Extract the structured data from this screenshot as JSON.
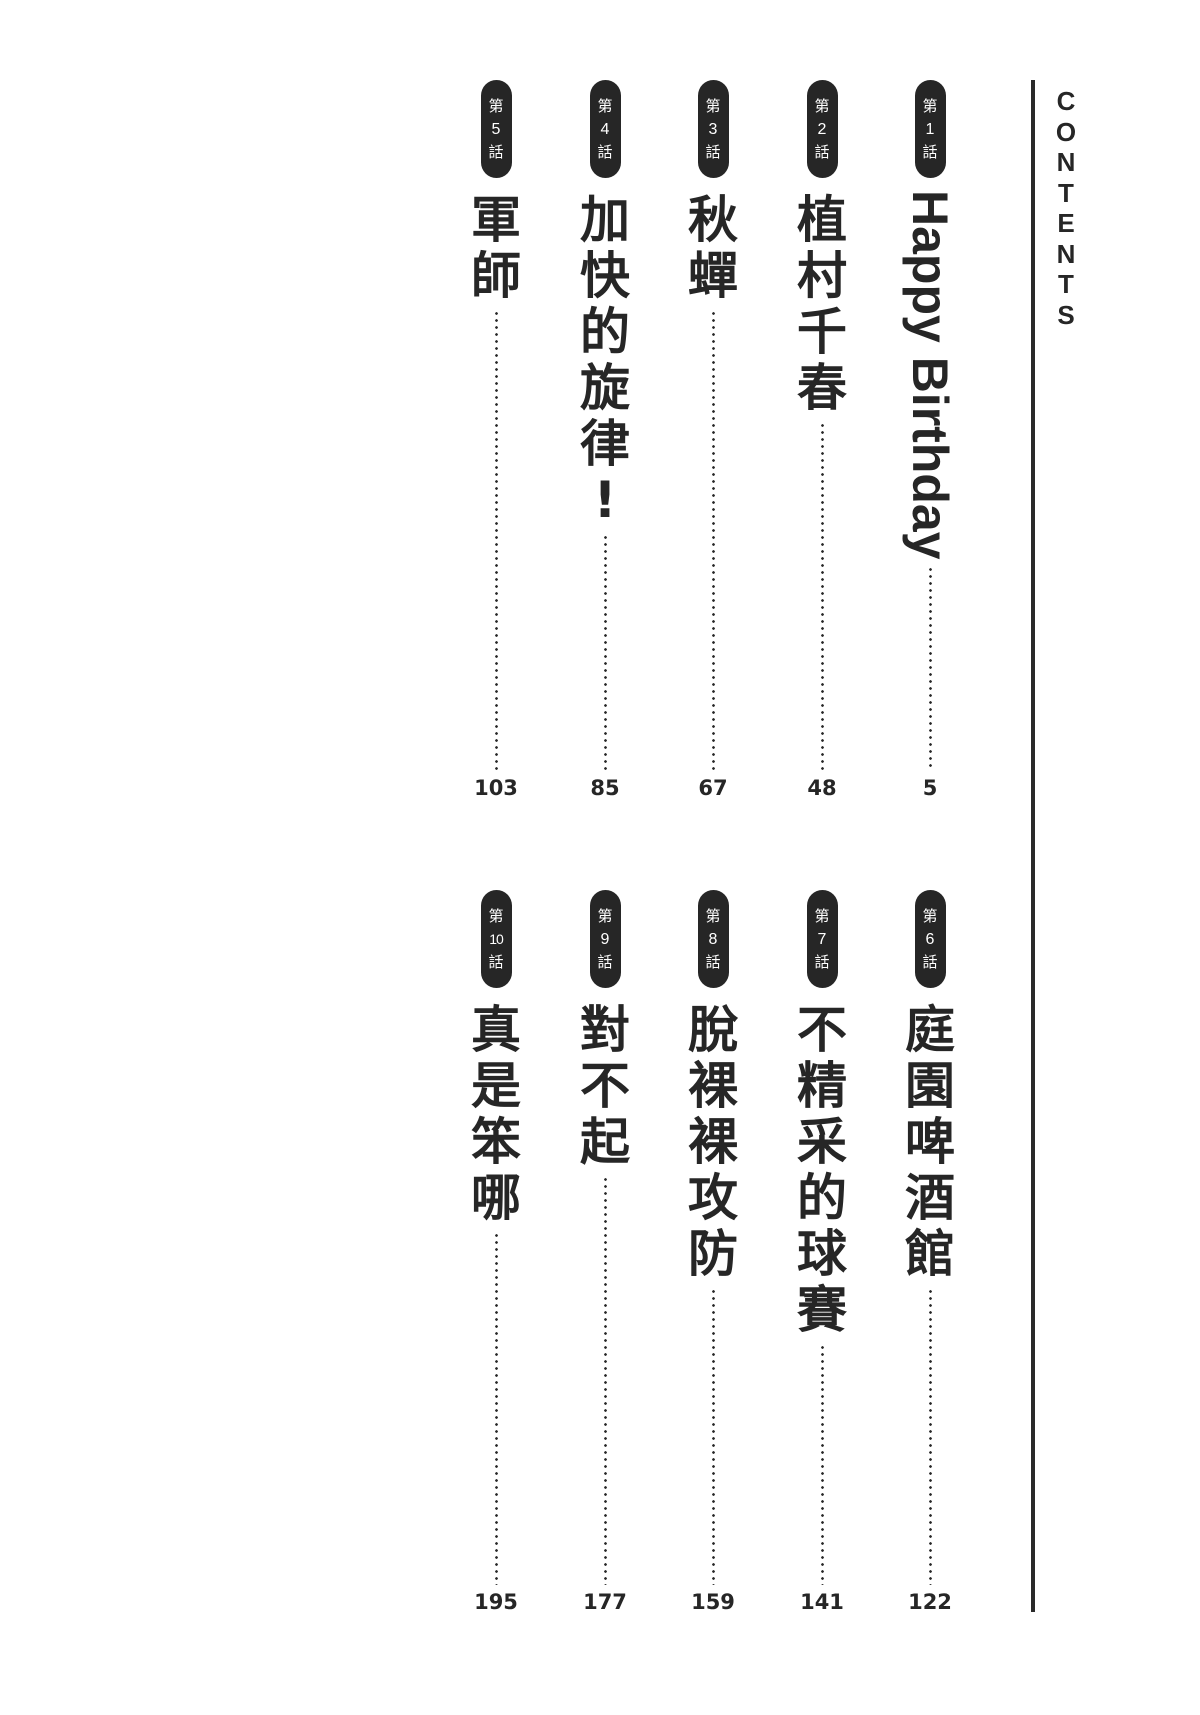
{
  "header": {
    "label": "CONTENTS"
  },
  "sections": [
    {
      "chapters": [
        {
          "prefix": "第",
          "number": "1",
          "suffix": "話",
          "title": "Happy Birthday",
          "latin": true,
          "page": "5"
        },
        {
          "prefix": "第",
          "number": "2",
          "suffix": "話",
          "title": "植村千春",
          "latin": false,
          "page": "48"
        },
        {
          "prefix": "第",
          "number": "3",
          "suffix": "話",
          "title": "秋蟬",
          "latin": false,
          "page": "67"
        },
        {
          "prefix": "第",
          "number": "4",
          "suffix": "話",
          "title": "加快的旋律！",
          "latin": false,
          "page": "85"
        },
        {
          "prefix": "第",
          "number": "5",
          "suffix": "話",
          "title": "軍師",
          "latin": false,
          "page": "103"
        }
      ]
    },
    {
      "chapters": [
        {
          "prefix": "第",
          "number": "6",
          "suffix": "話",
          "title": "庭園啤酒館",
          "latin": false,
          "page": "122"
        },
        {
          "prefix": "第",
          "number": "7",
          "suffix": "話",
          "title": "不精采的球賽",
          "latin": false,
          "page": "141"
        },
        {
          "prefix": "第",
          "number": "8",
          "suffix": "話",
          "title": "脫裸裸攻防",
          "latin": false,
          "page": "159"
        },
        {
          "prefix": "第",
          "number": "9",
          "suffix": "話",
          "title": "對不起",
          "latin": false,
          "page": "177"
        },
        {
          "prefix": "第",
          "number": "10",
          "suffix": "話",
          "title": "真是笨哪",
          "latin": false,
          "page": "195"
        }
      ]
    }
  ],
  "colors": {
    "ink": "#262626",
    "background": "#ffffff",
    "badge_text": "#ffffff"
  }
}
